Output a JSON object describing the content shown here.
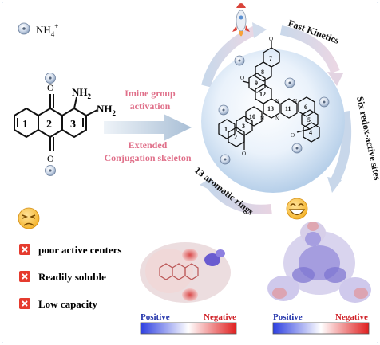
{
  "legend": {
    "ion_label": "NH",
    "ion_sub": "4",
    "ion_sup": "+"
  },
  "left_molecule": {
    "amine_1": "NH",
    "amine_1_sub": "2",
    "amine_2": "NH",
    "amine_2_sub": "2",
    "oxygen": "O",
    "rings": [
      "1",
      "2",
      "3"
    ]
  },
  "arrow_labels": {
    "imine_line1": "Imine group",
    "imine_line2": "activation",
    "extended_line1": "Extended",
    "extended_line2": "Conjugation skeleton"
  },
  "circle_labels": {
    "fast_kinetics": "Fast Kinetics",
    "redox_sites": "Six redox-active sites",
    "aromatic_rings": "13 aromatic rings"
  },
  "product_molecule": {
    "rings": [
      "1",
      "2",
      "3",
      "4",
      "5",
      "6",
      "7",
      "8",
      "9",
      "10",
      "11",
      "12",
      "13"
    ],
    "nitrogen": "N",
    "oxygen": "O"
  },
  "drawbacks": [
    "poor active centers",
    "Readily soluble",
    "Low capacity"
  ],
  "colorbars": {
    "positive": "Positive",
    "negative": "Negative"
  },
  "colors": {
    "frame": "#8aa9cf",
    "label_pink": "#e0708a",
    "red_x": "#e53b2e",
    "positive_blue": "#2233aa",
    "negative_red": "#d0232a"
  }
}
